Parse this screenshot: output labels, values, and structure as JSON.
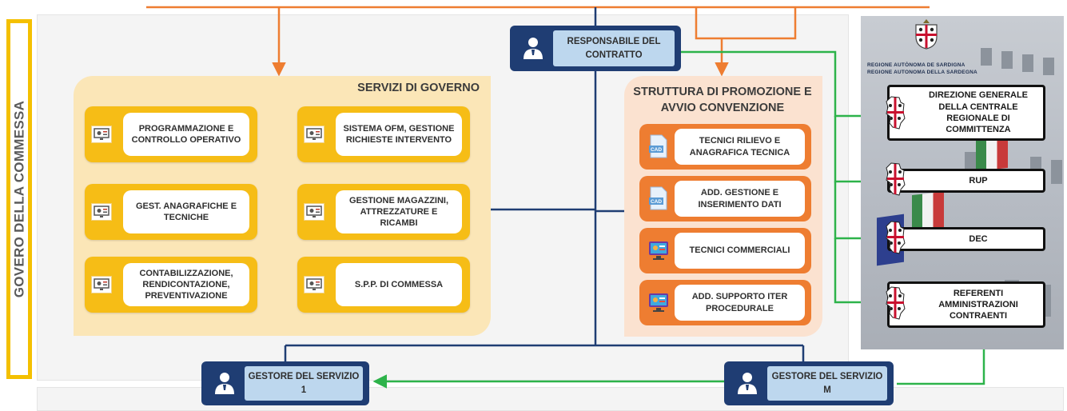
{
  "governance_label": "GOVERO DELLA COMMESSA",
  "responsabile": {
    "label": "RESPONSABILE DEL CONTRATTO",
    "icon": "manager-person-icon"
  },
  "servizi": {
    "title": "SERVIZI DI GOVERNO",
    "items": [
      {
        "label": "PROGRAMMAZIONE E CONTROLLO OPERATIVO",
        "icon": "monitor-settings-icon"
      },
      {
        "label": "SISTEMA OFM, GESTIONE RICHIESTE INTERVENTO",
        "icon": "monitor-settings-icon"
      },
      {
        "label": "GEST. ANAGRAFICHE E TECNICHE",
        "icon": "monitor-settings-icon"
      },
      {
        "label": "GESTIONE MAGAZZINI, ATTREZZATURE E RICAMBI",
        "icon": "monitor-settings-icon"
      },
      {
        "label": "CONTABILIZZAZIONE, RENDICONTAZIONE, PREVENTIVAZIONE",
        "icon": "monitor-settings-icon"
      },
      {
        "label": "S.P.P. DI COMMESSA",
        "icon": "monitor-settings-icon"
      }
    ]
  },
  "struttura": {
    "title": "STRUTTURA DI PROMOZIONE E AVVIO CONVENZIONE",
    "items": [
      {
        "label": "TECNICI RILIEVO E ANAGRAFICA TECNICA",
        "icon": "cad-file-icon",
        "icon_text": "CAD"
      },
      {
        "label": "ADD. GESTIONE E INSERIMENTO DATI",
        "icon": "cad-file-icon",
        "icon_text": "CAD"
      },
      {
        "label": "TECNICI COMMERCIALI",
        "icon": "commercial-screen-icon"
      },
      {
        "label": "ADD. SUPPORTO ITER PROCEDURALE",
        "icon": "commercial-screen-icon"
      }
    ]
  },
  "sardegna": {
    "line1": "REGIONE AUTÒNOMA DE SARDIGNA",
    "line2": "REGIONE AUTONOMA DELLA SARDEGNA",
    "emblem_icon": "sardinia-coat-of-arms-icon",
    "items": [
      {
        "label": "DIREZIONE GENERALE DELLA CENTRALE REGIONALE DI COMMITTENZA",
        "icon": "sardinia-map-icon"
      },
      {
        "label": "RUP",
        "icon": "sardinia-map-icon"
      },
      {
        "label": "DEC",
        "icon": "sardinia-map-icon"
      },
      {
        "label": "REFERENTI AMMINISTRAZIONI CONTRAENTI",
        "icon": "sardinia-map-icon"
      }
    ]
  },
  "gestori": [
    {
      "label": "GESTORE DEL SERVIZIO 1",
      "icon": "manager-person-icon"
    },
    {
      "label": "GESTORE DEL SERVIZIO M",
      "icon": "manager-person-icon"
    }
  ],
  "colors": {
    "navy": "#1f3d73",
    "orange": "#ee7d31",
    "yellow": "#f6bd16",
    "green": "#2db34a",
    "light_blue": "#bdd7ee"
  }
}
